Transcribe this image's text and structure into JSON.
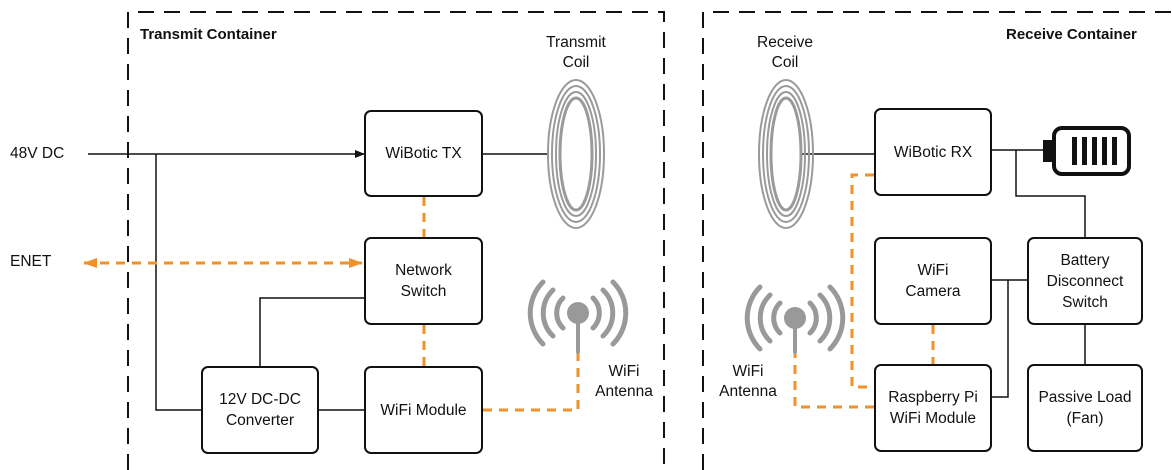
{
  "transmit": {
    "title": "Transmit Container",
    "coil_label": "Transmit\nCoil",
    "tx": "WiBotic TX",
    "switch": "Network\nSwitch",
    "converter": "12V DC-DC\nConverter",
    "wifi_module": "WiFi Module",
    "antenna_label": "WiFi\nAntenna"
  },
  "receive": {
    "title": "Receive Container",
    "coil_label": "Receive\nCoil",
    "rx": "WiBotic RX",
    "camera": "WiFi\nCamera",
    "pi": "Raspberry Pi\nWiFi Module",
    "battery_switch": "Battery\nDisconnect\nSwitch",
    "load": "Passive Load\n(Fan)",
    "antenna_label": "WiFi\nAntenna"
  },
  "inputs": {
    "power": "48V DC",
    "enet": "ENET"
  },
  "colors": {
    "line": "#111111",
    "data_link": "#F0912A",
    "antenna": "#999999",
    "coil": "#9a9a9a"
  }
}
